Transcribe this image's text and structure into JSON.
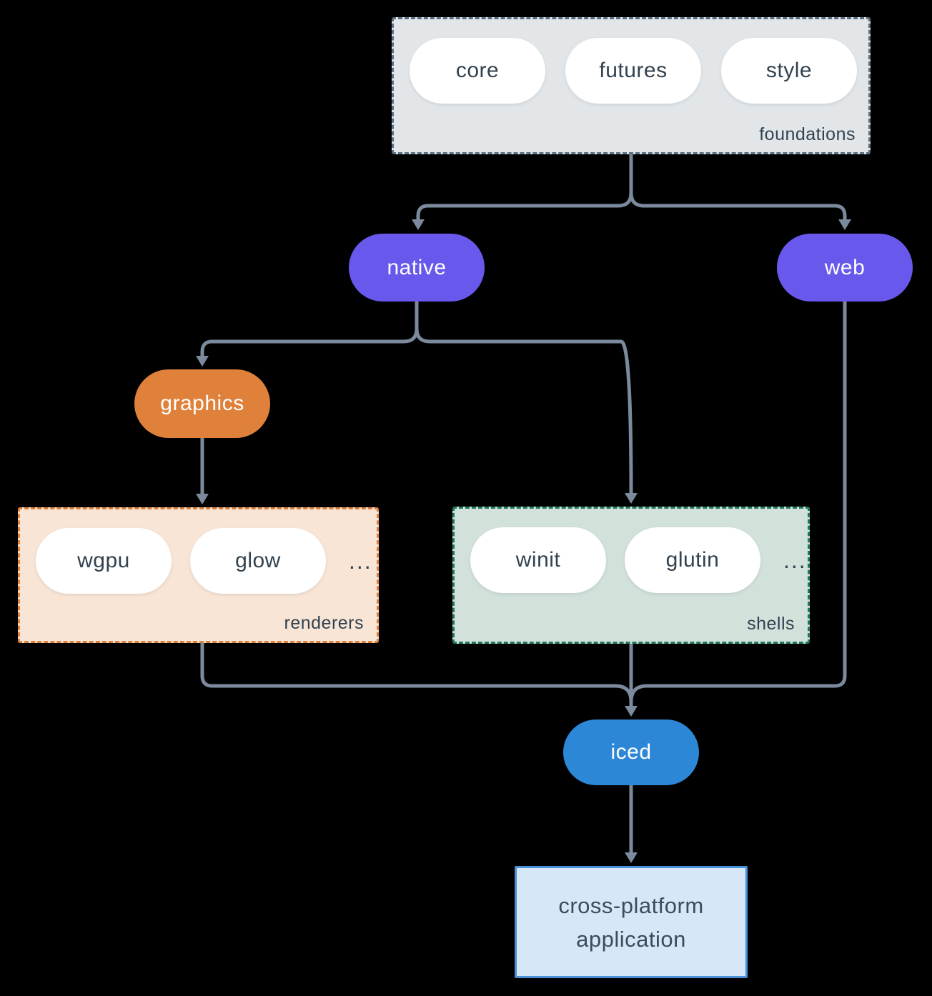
{
  "colors": {
    "background": "#000000",
    "arrow": "#7b8b9d",
    "node_text_dark": "#32424f",
    "node_text_light": "#ffffff",
    "purple": "#6858ec",
    "orange": "#e0813b",
    "blue": "#2d87d7",
    "foundations_fill": "#e2e6e9",
    "foundations_border": "#5b7083",
    "renderers_fill": "#f8e5d5",
    "renderers_border": "#e0813b",
    "shells_fill": "#d3e1db",
    "shells_border": "#20795f",
    "app_fill": "#d6e8f8",
    "app_border": "#4a90d8",
    "app_text": "#3b4c5c"
  },
  "groups": {
    "foundations": {
      "label": "foundations",
      "items": [
        "core",
        "futures",
        "style"
      ]
    },
    "renderers": {
      "label": "renderers",
      "items": [
        "wgpu",
        "glow"
      ],
      "more": "..."
    },
    "shells": {
      "label": "shells",
      "items": [
        "winit",
        "glutin"
      ],
      "more": "..."
    }
  },
  "nodes": {
    "native": "native",
    "web": "web",
    "graphics": "graphics",
    "iced": "iced",
    "application": "cross-platform application"
  }
}
